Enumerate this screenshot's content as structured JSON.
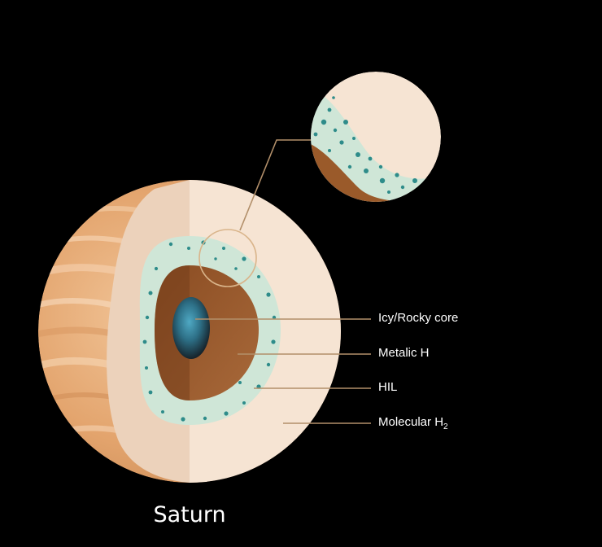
{
  "title": "Saturn",
  "layers": {
    "core": "Icy/Rocky core",
    "metallic": "Metalic H",
    "hil": "HIL",
    "molecular_base": "Molecular H",
    "molecular_sub": "2"
  },
  "colors": {
    "background": "#000000",
    "cream": "#f6e4d3",
    "surface": "#e4a66f",
    "hil_layer": "#cfe6d7",
    "metallic_layer": "#9a5a2a",
    "core": "#2d6f86",
    "dots": "#2e8c8a",
    "leader_line": "#b28f6a"
  }
}
